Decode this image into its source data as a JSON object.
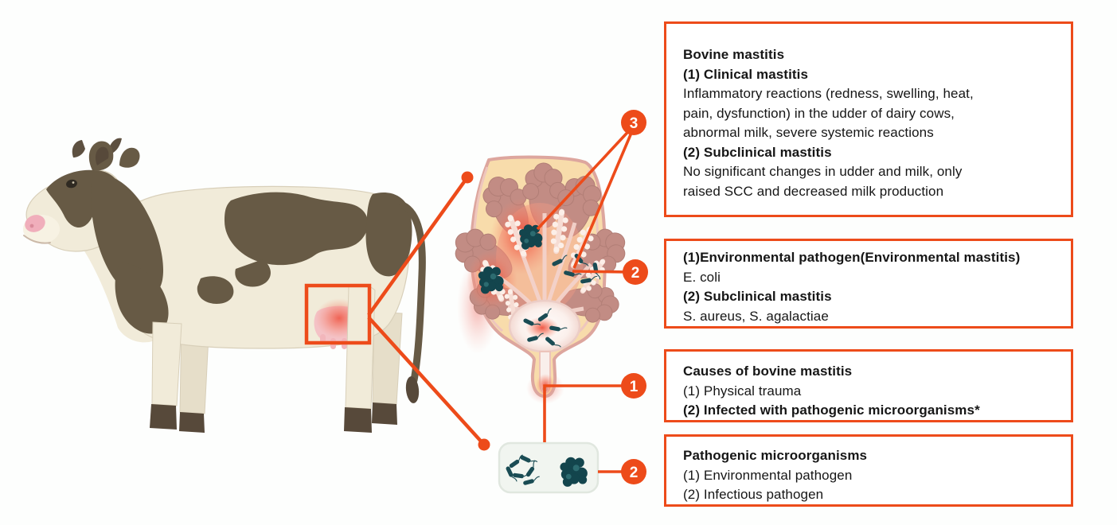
{
  "palette": {
    "accent": "#ed4b1a",
    "bacteria_teal": "#1a4c54",
    "inflammation_red": "#f0503a",
    "cow_brown": "#675a45",
    "cow_cream": "#f1ebd9"
  },
  "markers": {
    "infection_sites": "3",
    "env_pathogen_udder": "2",
    "teat_entry": "1",
    "pathogen_legend": "2"
  },
  "info_boxes": [
    {
      "id": "bovine-mastitis",
      "lines": [
        {
          "text": "Bovine mastitis",
          "bold": true
        },
        {
          "text": "(1) Clinical mastitis",
          "bold": true
        },
        {
          "text": "Inflammatory reactions (redness, swelling, heat,",
          "bold": false
        },
        {
          "text": "pain, dysfunction) in the udder of dairy cows,",
          "bold": false
        },
        {
          "text": "abnormal milk, severe systemic reactions",
          "bold": false
        },
        {
          "text": "(2) Subclinical mastitis",
          "bold": true
        },
        {
          "text": "No significant changes in udder and milk, only",
          "bold": false
        },
        {
          "text": "raised SCC and decreased milk production",
          "bold": false
        }
      ]
    },
    {
      "id": "pathogen-types",
      "lines": [
        {
          "text": "(1)Environmental pathogen(Environmental mastitis)",
          "bold": true
        },
        {
          "text": "E. coli",
          "bold": false
        },
        {
          "text": "(2) Subclinical mastitis",
          "bold": true
        },
        {
          "text": "S. aureus, S. agalactiae",
          "bold": false
        }
      ]
    },
    {
      "id": "causes-of-bovine-mastitis",
      "lines": [
        {
          "text": "Causes of bovine mastitis",
          "bold": true
        },
        {
          "text": "(1) Physical trauma",
          "bold": false
        },
        {
          "text": "(2) Infected with pathogenic microorganisms*",
          "bold": true
        }
      ]
    },
    {
      "id": "pathogenic-microorganisms",
      "lines": [
        {
          "text": "Pathogenic microorganisms",
          "bold": true
        },
        {
          "text": "(1) Environmental pathogen",
          "bold": false
        },
        {
          "text": "(2) Infectious pathogen",
          "bold": false
        }
      ]
    }
  ]
}
